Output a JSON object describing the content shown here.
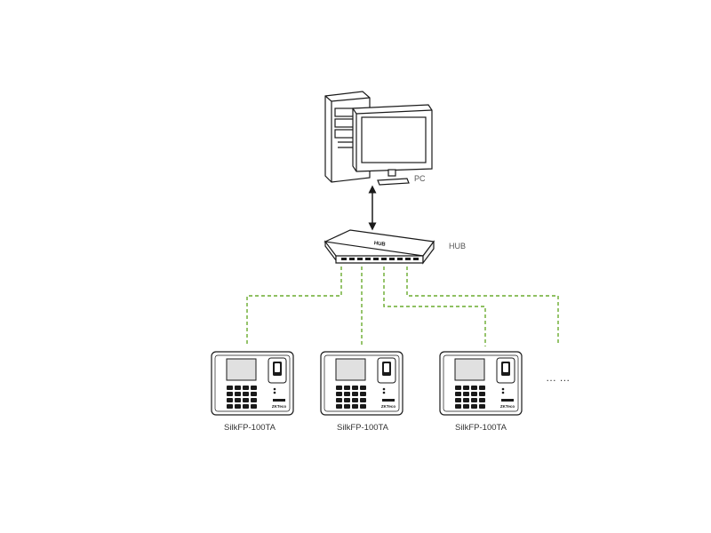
{
  "labels": {
    "pc": "PC",
    "hub": "HUB",
    "hub_face": "HUB",
    "devices": [
      "SilkFP-100TA",
      "SilkFP-100TA",
      "SilkFP-100TA"
    ],
    "brand": "ZKTeco",
    "ellipsis": "… …"
  },
  "colors": {
    "line": "#1a1a1a",
    "link": "#6aab2e"
  },
  "icons": {
    "computer": "computer-icon",
    "hub": "network-hub-icon",
    "terminal": "fingerprint-terminal-icon",
    "connection": "bidirectional-arrow-icon"
  }
}
